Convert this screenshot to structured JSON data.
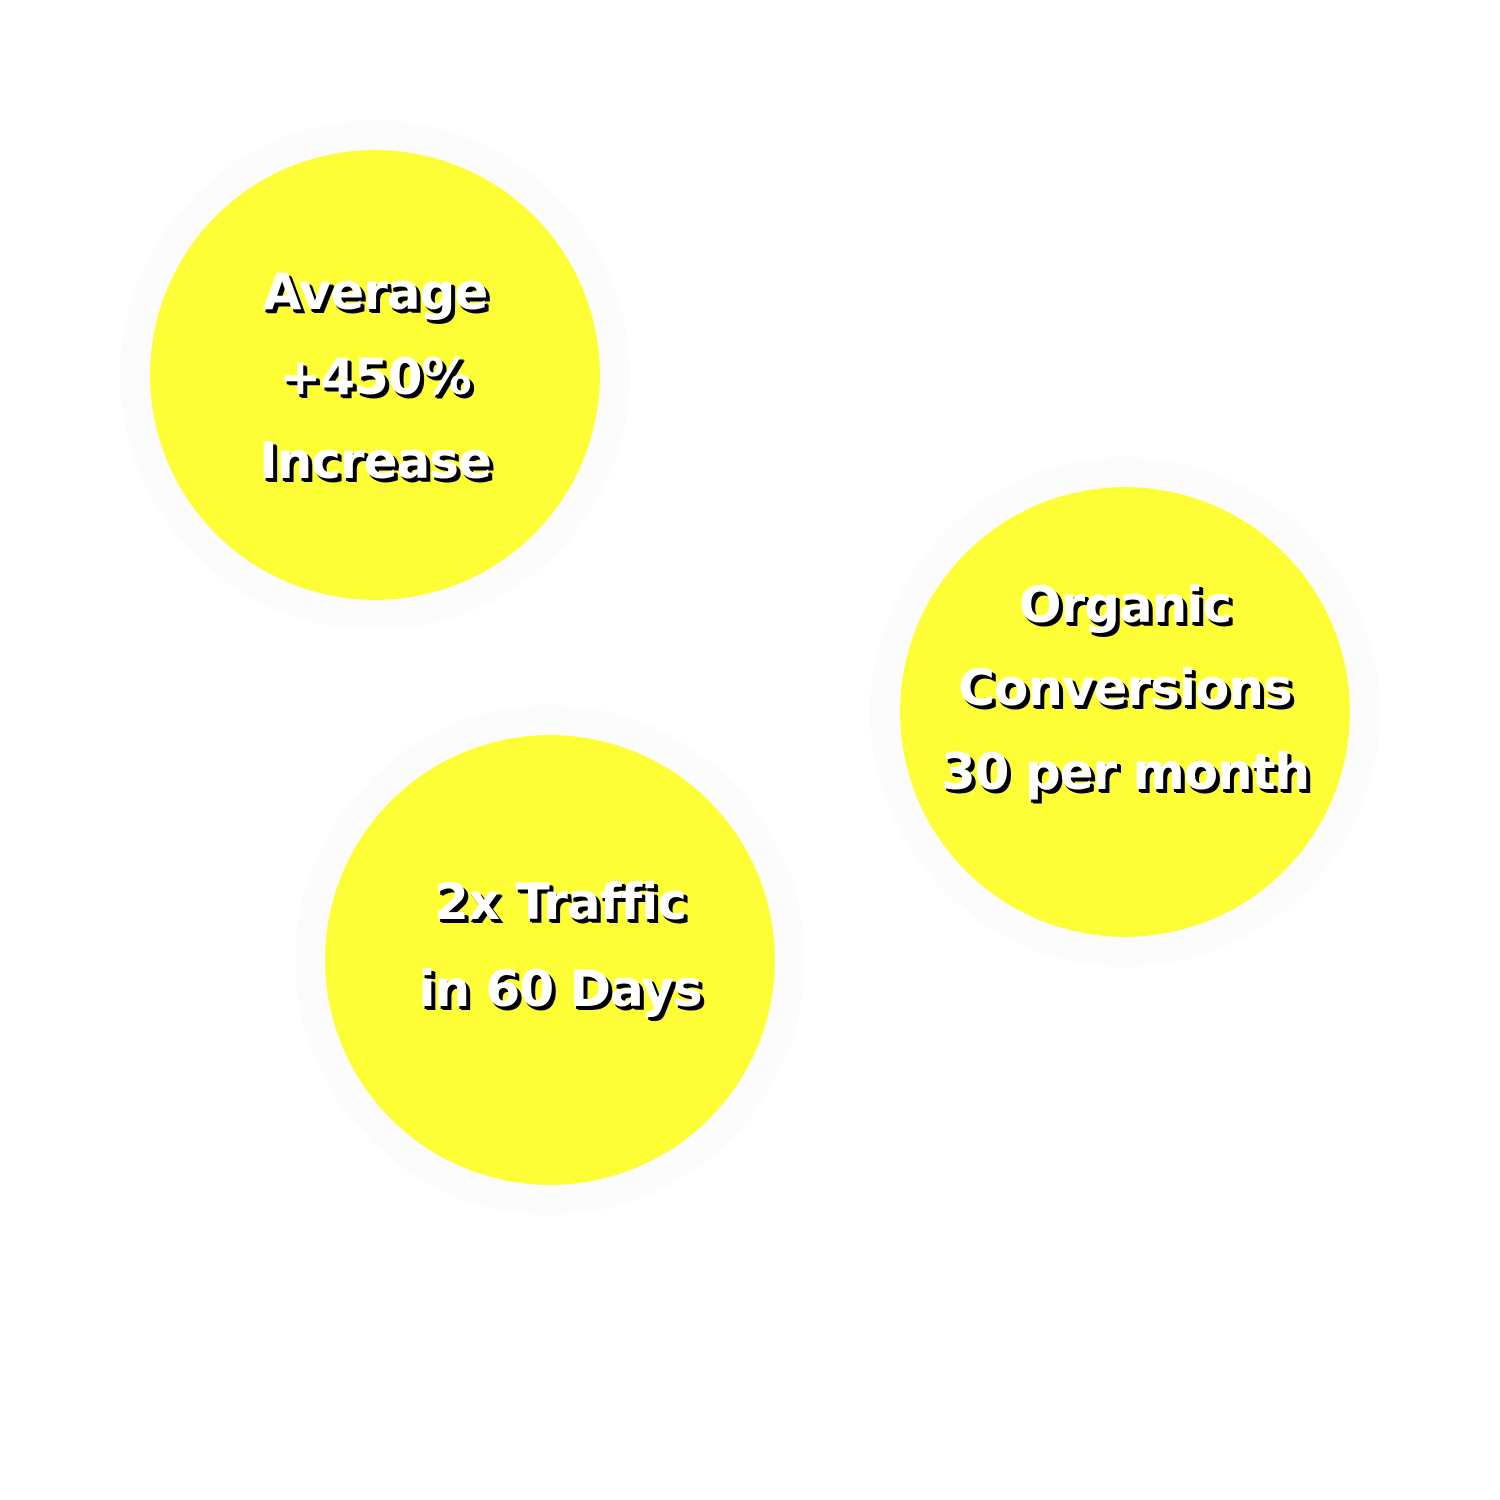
{
  "colors": {
    "badge": "#fefe36",
    "text": "#ffffff",
    "shadow": "#000000"
  },
  "badges": [
    {
      "lines": [
        "Average",
        "+450%",
        "Increase"
      ]
    },
    {
      "lines": [
        "Organic",
        "Conversions",
        "30 per month"
      ]
    },
    {
      "lines": [
        "2x Traffic",
        "in 60 Days"
      ]
    }
  ]
}
